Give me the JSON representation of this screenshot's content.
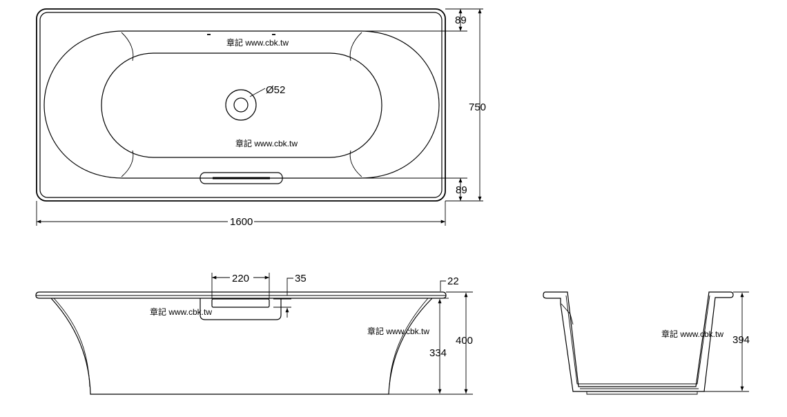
{
  "colors": {
    "line": "#000000",
    "background": "#ffffff"
  },
  "top_view": {
    "overall_length": "1600",
    "overall_width": "750",
    "rim_top": "89",
    "rim_bottom": "89",
    "drain_diameter": "Ø52",
    "watermark_1": "章記 www.cbk.tw",
    "watermark_2": "章記 www.cbk.tw"
  },
  "front_view": {
    "overflow_width": "220",
    "overflow_offset": "35",
    "rim_thickness": "22",
    "overall_height": "400",
    "inner_height": "334",
    "watermark_1": "章記 www.cbk.tw",
    "watermark_2": "章記 www.cbk.tw"
  },
  "side_view": {
    "height": "394",
    "watermark": "章記 www.cbk.tw"
  }
}
